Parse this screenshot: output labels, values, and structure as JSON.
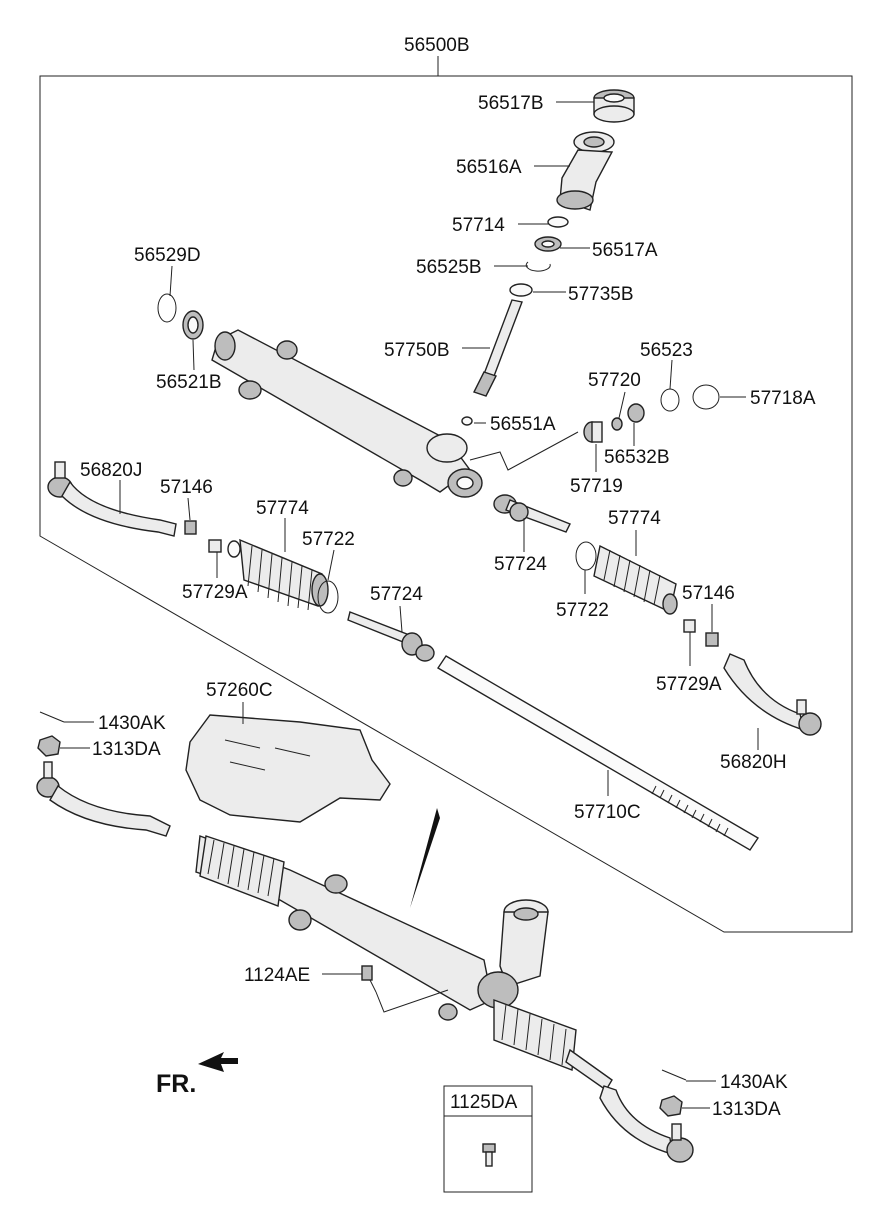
{
  "diagram": {
    "assembly_label": "56500B",
    "front_label": "FR.",
    "callout_box_label": "1125DA",
    "parts": [
      "56517B",
      "56516A",
      "57714",
      "56517A",
      "56525B",
      "57735B",
      "56529D",
      "56521B",
      "57750B",
      "57720",
      "56523",
      "57718A",
      "56551A",
      "56532B",
      "57719",
      "56820J",
      "57146",
      "57774",
      "57722",
      "57729A",
      "57724",
      "57724",
      "57774",
      "57722",
      "57146",
      "57729A",
      "56820H",
      "57260C",
      "1430AK",
      "1313DA",
      "57710C",
      "1124AE",
      "1430AK",
      "1313DA"
    ]
  }
}
